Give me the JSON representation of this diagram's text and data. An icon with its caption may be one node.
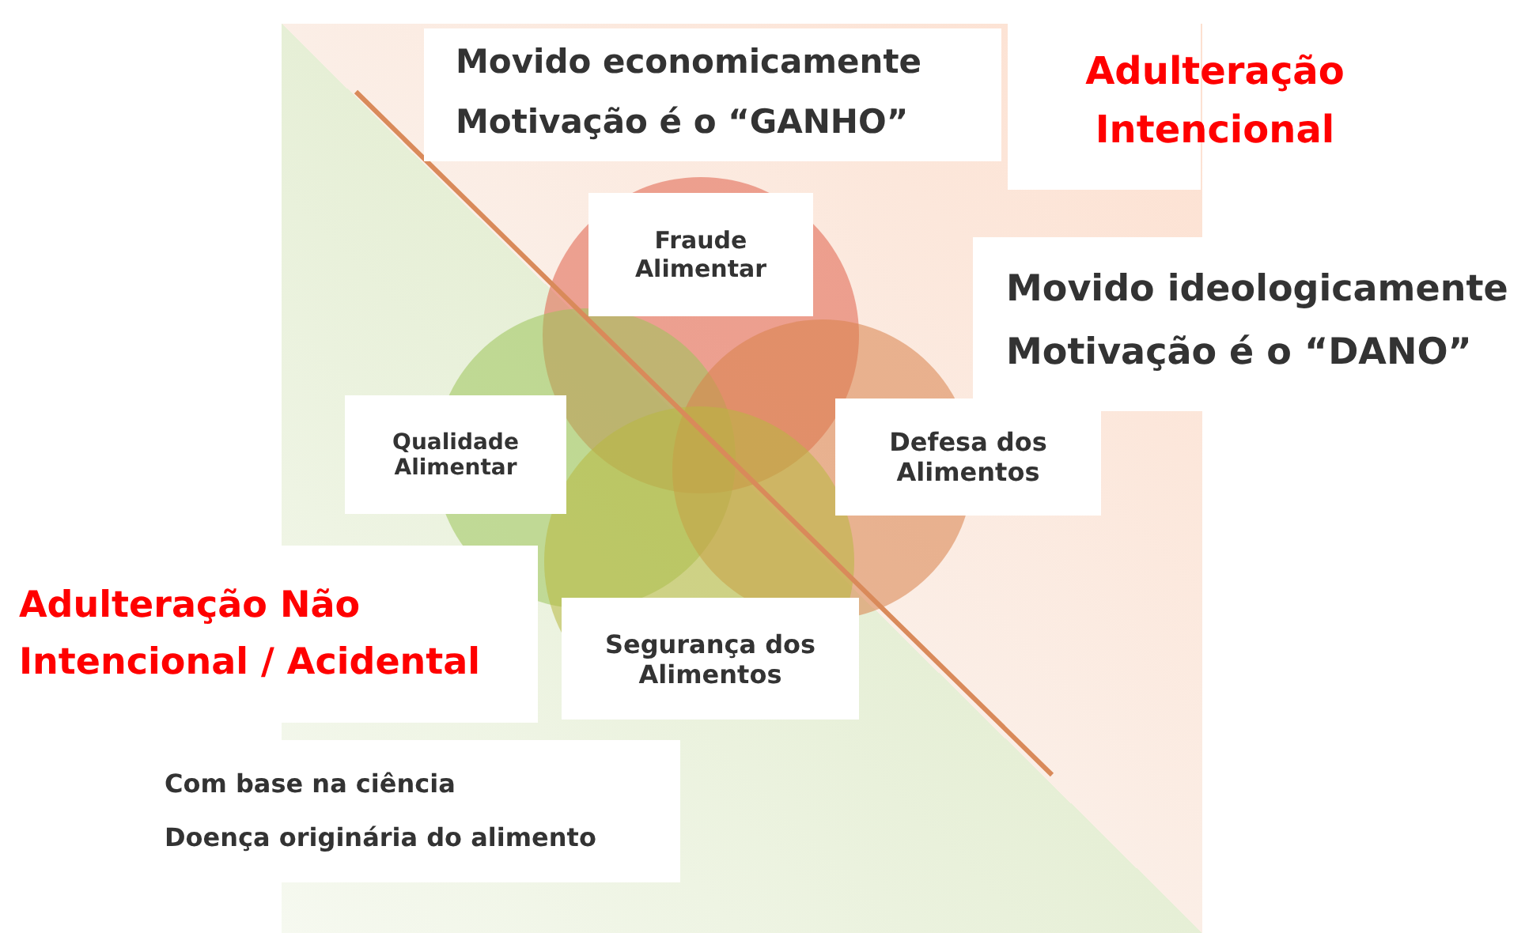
{
  "diagram": {
    "nodes": [
      {
        "text": [
          "Fraude Alimentar"
        ]
      },
      {
        "text": [
          "Qualidade Alimentar"
        ]
      },
      {
        "text": [
          "Defesa dos Alimentos"
        ]
      },
      {
        "text": [
          "Segurança dos Alimentos"
        ]
      }
    ],
    "labels": [
      "Movido economicamente",
      "Motivação é o “GANHO”",
      "Adulteração Intencional",
      "Movido ideologicamente",
      "Motivação é o “DANO”",
      "Adulteração Não Intencional / Acidental",
      "Com base na ciência",
      "Doença originária do alimento"
    ]
  }
}
